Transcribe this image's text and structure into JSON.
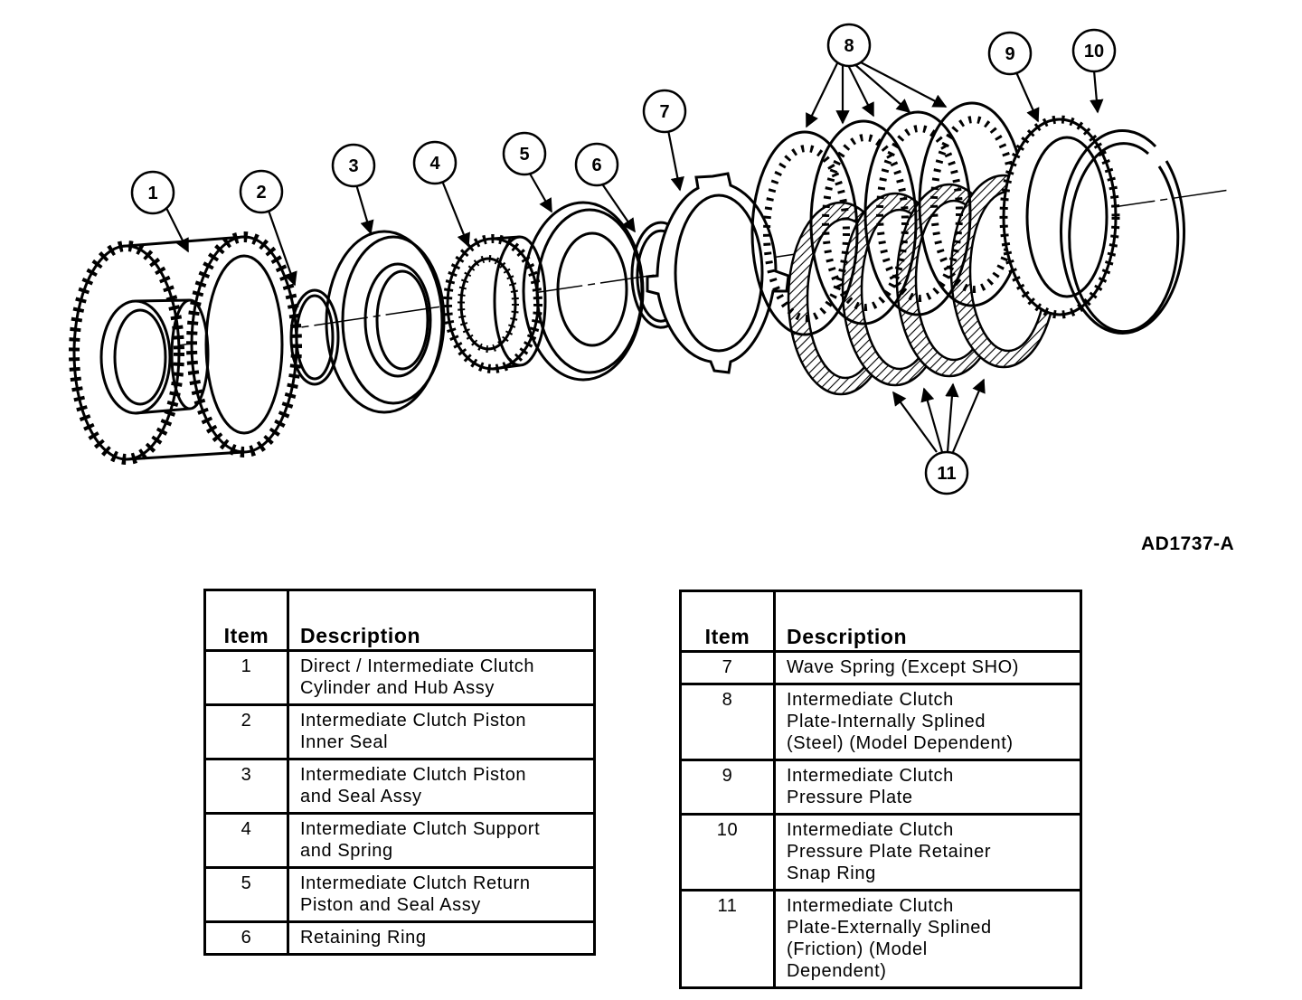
{
  "figure": {
    "code": "AD1737-A",
    "callouts": [
      "1",
      "2",
      "3",
      "4",
      "5",
      "6",
      "7",
      "8",
      "9",
      "10",
      "11"
    ]
  },
  "tables": {
    "headers": {
      "item": "Item",
      "description": "Description"
    },
    "left": [
      {
        "item": "1",
        "description": [
          "Direct / Intermediate Clutch",
          "Cylinder and Hub Assy"
        ]
      },
      {
        "item": "2",
        "description": [
          "Intermediate Clutch Piston",
          "Inner Seal"
        ]
      },
      {
        "item": "3",
        "description": [
          "Intermediate Clutch Piston",
          "and Seal Assy"
        ]
      },
      {
        "item": "4",
        "description": [
          "Intermediate Clutch Support",
          "and Spring"
        ]
      },
      {
        "item": "5",
        "description": [
          "Intermediate Clutch Return",
          "Piston and Seal Assy"
        ]
      },
      {
        "item": "6",
        "description": [
          "Retaining Ring"
        ]
      }
    ],
    "right": [
      {
        "item": "7",
        "description": [
          "Wave Spring (Except SHO)"
        ]
      },
      {
        "item": "8",
        "description": [
          "Intermediate Clutch",
          "Plate-Internally Splined",
          "(Steel) (Model Dependent)"
        ]
      },
      {
        "item": "9",
        "description": [
          "Intermediate Clutch",
          "Pressure Plate"
        ]
      },
      {
        "item": "10",
        "description": [
          "Intermediate Clutch",
          "Pressure Plate Retainer",
          "Snap Ring"
        ]
      },
      {
        "item": "11",
        "description": [
          "Intermediate Clutch",
          "Plate-Externally Splined",
          "(Friction) (Model",
          "Dependent)"
        ]
      }
    ]
  }
}
